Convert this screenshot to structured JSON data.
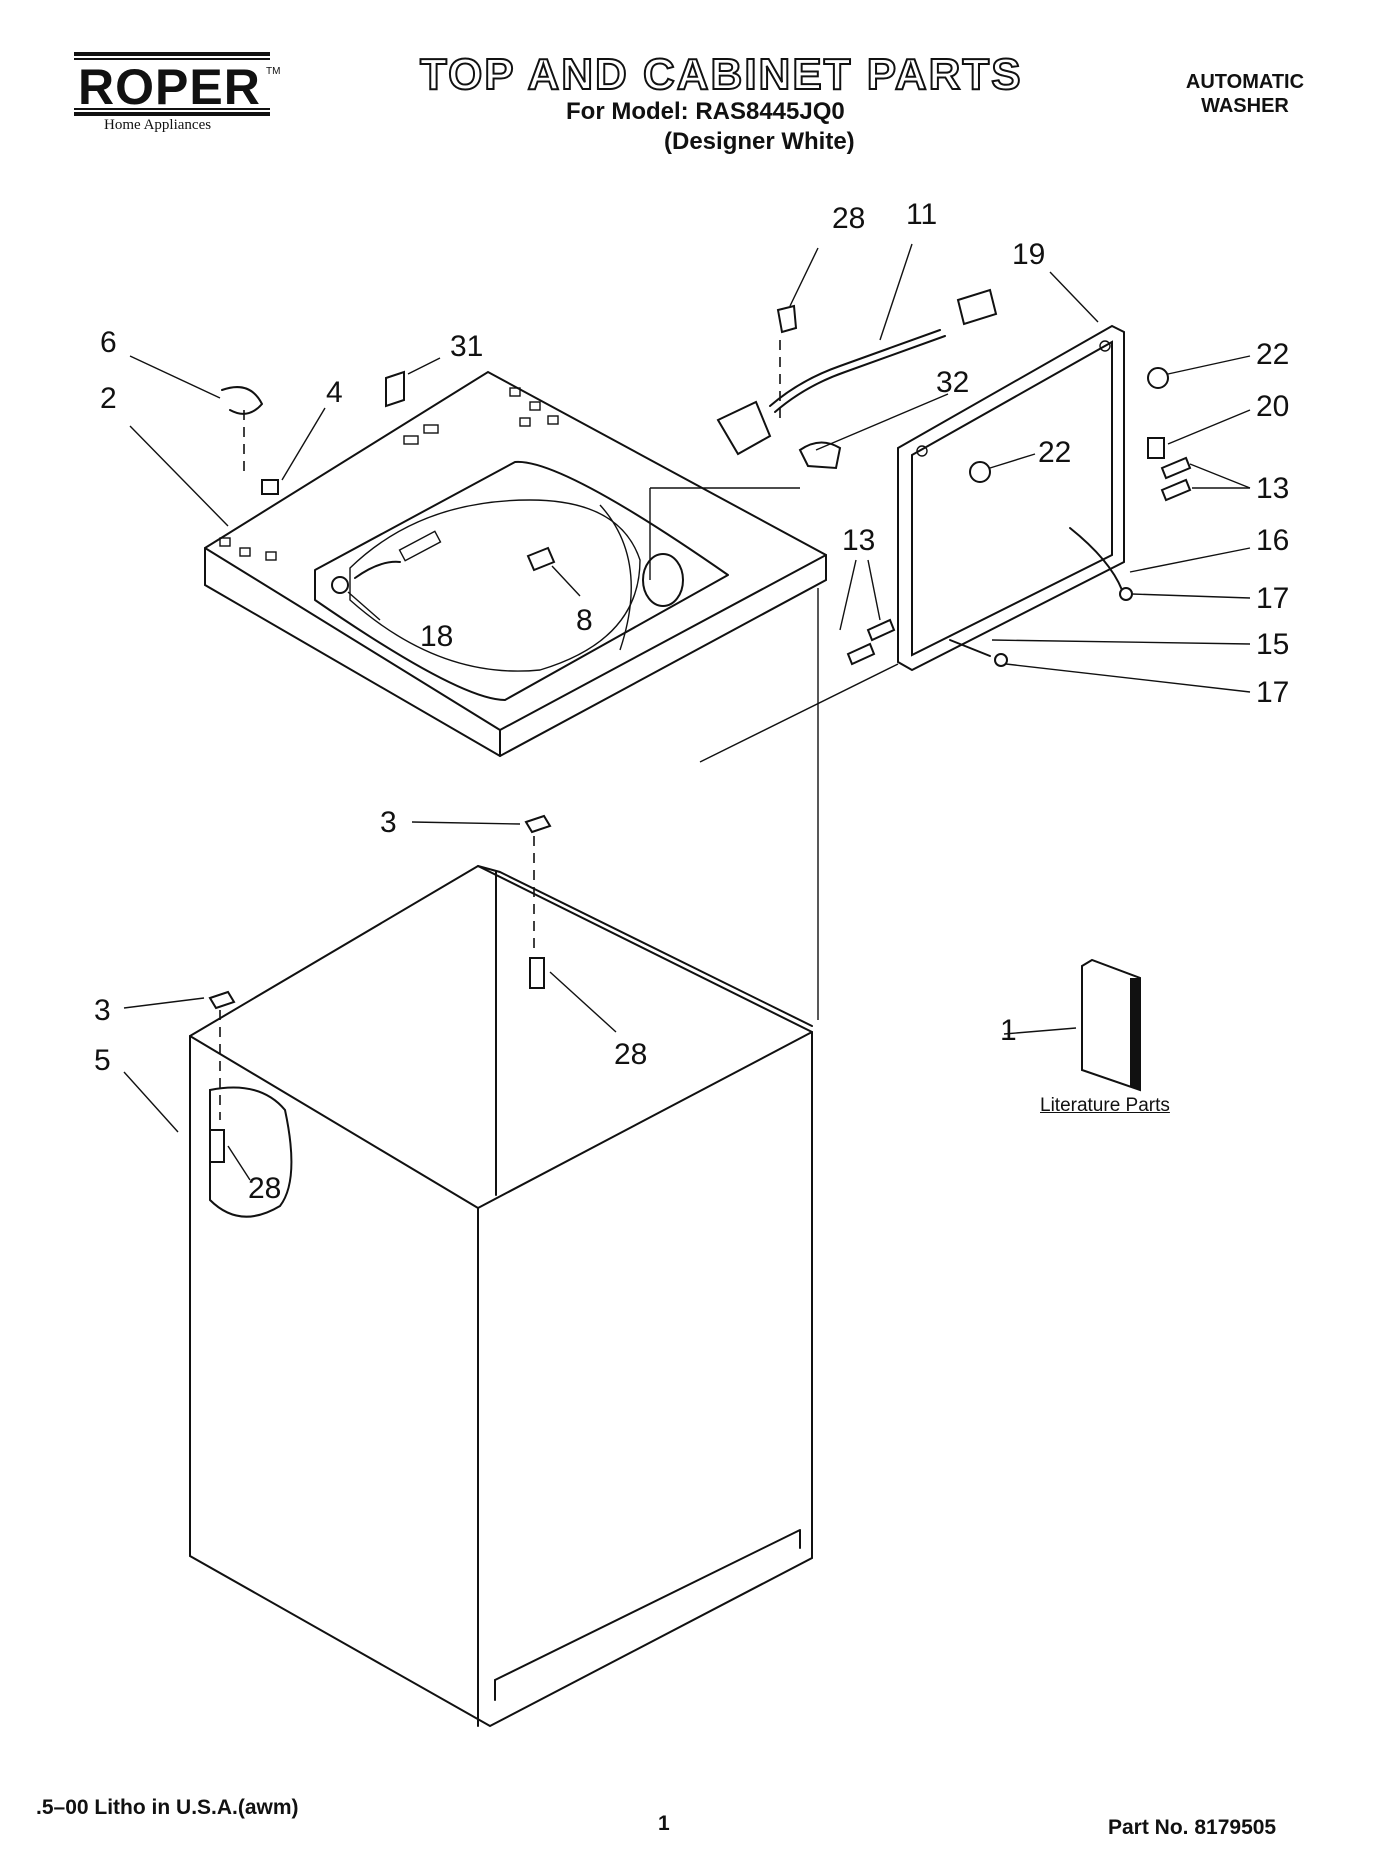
{
  "brand": {
    "name": "ROPER",
    "trademark": "TM",
    "tagline": "Home Appliances"
  },
  "header": {
    "title": "TOP AND CABINET PARTS",
    "model_line": "For Model: RAS8445JQ0",
    "color_line": "(Designer White)",
    "category_line1": "AUTOMATIC",
    "category_line2": "WASHER"
  },
  "callouts": {
    "c1": "1",
    "c2": "2",
    "c3a": "3",
    "c3b": "3",
    "c4": "4",
    "c5": "5",
    "c6": "6",
    "c8": "8",
    "c11": "11",
    "c13a": "13",
    "c13b": "13",
    "c15": "15",
    "c16": "16",
    "c17a": "17",
    "c17b": "17",
    "c18": "18",
    "c19": "19",
    "c20": "20",
    "c22a": "22",
    "c22b": "22",
    "c28a": "28",
    "c28b": "28",
    "c28c": "28",
    "c31": "31",
    "c32": "32"
  },
  "literature_label": "Literature Parts",
  "footer": {
    "left": ".5–00 Litho in U.S.A.(awm)",
    "page": "1",
    "part_no": "Part No. 8179505"
  }
}
